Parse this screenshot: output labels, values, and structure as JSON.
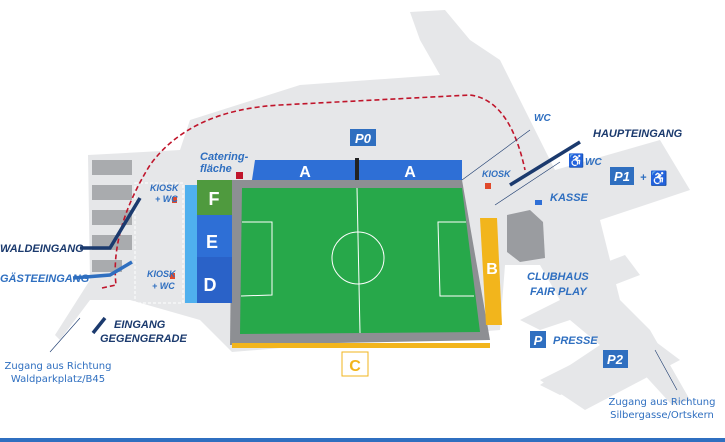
{
  "stands": {
    "a_left": "A",
    "a_right": "A",
    "b": "B",
    "c": "C",
    "d": "D",
    "e": "E",
    "f": "F"
  },
  "parking": {
    "p0": "P0",
    "p1": "P1",
    "p2": "P2",
    "presse_badge": "P"
  },
  "labels": {
    "catering_1": "Catering-",
    "catering_2": "fläche",
    "kiosk_wc_top_1": "KIOSK",
    "kiosk_wc_top_2": "+ WC",
    "kiosk_wc_bottom_1": "KIOSK",
    "kiosk_wc_bottom_2": "+ WC",
    "kiosk": "KIOSK",
    "wc": "WC",
    "accessible_wc": "WC",
    "haupteingang": "HAUPTEINGANG",
    "kasse": "KASSE",
    "p1_plus": "+",
    "clubhaus_1": "CLUBHAUS",
    "clubhaus_2": "FAIR PLAY",
    "presse": "PRESSE",
    "waldeingang": "WALDEINGANG",
    "gaesteeingang": "GÄSTEEINGANG",
    "eingang_1": "EINGANG",
    "eingang_2": "GEGENGERADE",
    "zugang_west_1": "Zugang aus Richtung",
    "zugang_west_2": "Waldparkplatz/B45",
    "zugang_east_1": "Zugang aus Richtung",
    "zugang_east_2": "Silbergasse/Ortskern"
  },
  "colors": {
    "stand_blue": "#2e6fd6",
    "stand_green": "#4f9a3e",
    "pitch": "#27a84a",
    "stand_yellow": "#f2b51c",
    "label_blue": "#2f6fc0",
    "route_red": "#c0152b"
  }
}
